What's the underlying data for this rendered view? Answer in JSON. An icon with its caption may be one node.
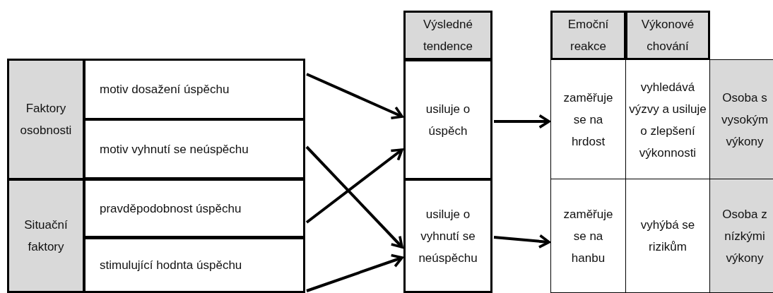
{
  "diagram": {
    "nodes": [
      {
        "text": [
          "Faktory osobnosti"
        ]
      },
      {
        "text": [
          "motiv dosažení úspěchu"
        ]
      },
      {
        "text": [
          "motiv vyhnutí se neúspěchu"
        ]
      },
      {
        "text": [
          "Situační faktory"
        ]
      },
      {
        "text": [
          "pravděpodobnost úspěchu"
        ]
      },
      {
        "text": [
          "stimulující hodnta úspěchu"
        ]
      },
      {
        "text": [
          "Výsledné tendence"
        ]
      },
      {
        "text": [
          "usiluje o úspěch"
        ]
      },
      {
        "text": [
          "usiluje o vyhnutí se neúspěchu"
        ]
      },
      {
        "text": [
          "Emoční reakce"
        ]
      },
      {
        "text": [
          "Výkonové chování"
        ]
      },
      {
        "text": [
          "zaměřuje se na hrdost"
        ]
      },
      {
        "text": [
          "vyhledává výzvy a usiluje o zlepšení výkonnosti"
        ]
      },
      {
        "text": [
          "Osoba s vysokým výkony"
        ]
      },
      {
        "text": [
          "zaměřuje se na hanbu"
        ]
      },
      {
        "text": [
          "vyhýbá se rizikům"
        ]
      },
      {
        "text": [
          "Osoba z nízkými výkony"
        ]
      }
    ],
    "edges": [
      {
        "from": 1,
        "to": 7,
        "arrow": "to"
      },
      {
        "from": 2,
        "to": 8,
        "arrow": "to"
      },
      {
        "from": 4,
        "to": 7,
        "arrow": "to"
      },
      {
        "from": 5,
        "to": 8,
        "arrow": "to"
      },
      {
        "from": 7,
        "to": 11,
        "arrow": "to"
      },
      {
        "from": 8,
        "to": 14,
        "arrow": "to"
      }
    ]
  }
}
